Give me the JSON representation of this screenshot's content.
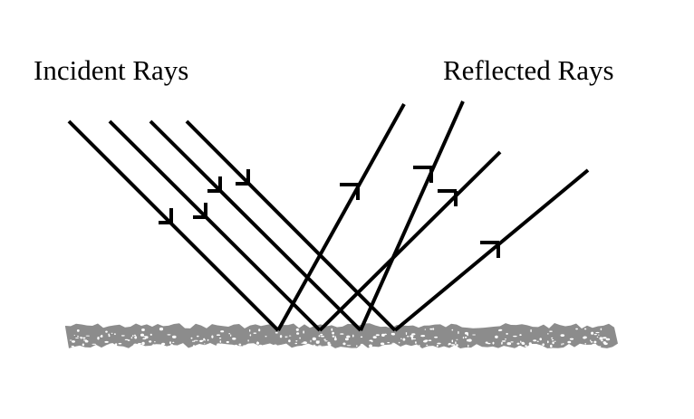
{
  "diagram": {
    "title_left": "Incident Rays",
    "title_right": "Reflected Rays",
    "colors": {
      "ray": "#000000",
      "surface": "#8c8c8c",
      "background": "#ffffff"
    },
    "rays": {
      "incident_count": 4,
      "reflected_count": 4,
      "description": "Parallel incident rays strike a rough surface and reflect in different directions (diffuse reflection)"
    }
  }
}
